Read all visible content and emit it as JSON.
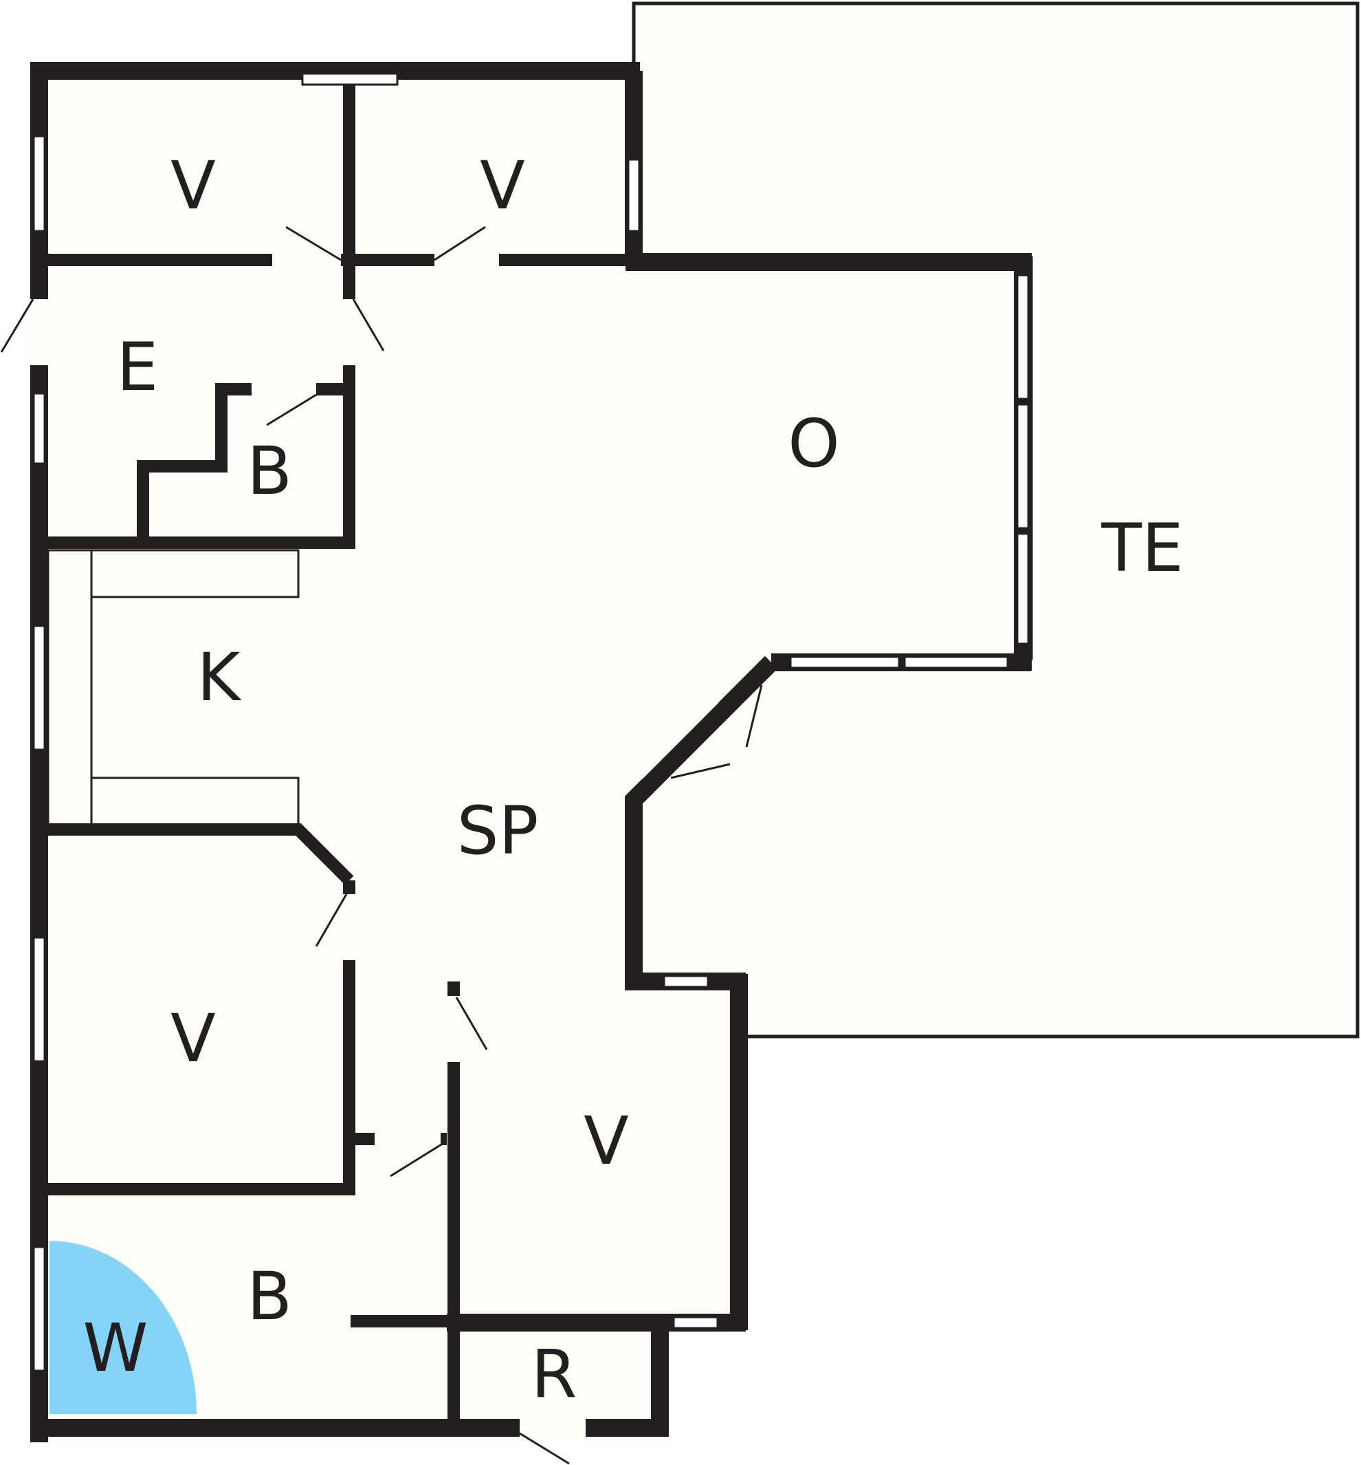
{
  "colors": {
    "wall": "#231f20",
    "floor": "#fefef8",
    "window": "#ffffff",
    "wet_area": "#84d4f8"
  },
  "rooms": {
    "bedroom_top_left": {
      "label": "V"
    },
    "bedroom_top_right": {
      "label": "V"
    },
    "entrance": {
      "label": "E"
    },
    "bath_small": {
      "label": "B"
    },
    "living": {
      "label": "O"
    },
    "terrace": {
      "label": "TE"
    },
    "kitchen": {
      "label": "K"
    },
    "hall": {
      "label": "SP"
    },
    "bedroom_mid_left": {
      "label": "V"
    },
    "bedroom_mid_right": {
      "label": "V"
    },
    "bath_large": {
      "label": "B"
    },
    "shower": {
      "label": "W"
    },
    "storage": {
      "label": "R"
    }
  }
}
